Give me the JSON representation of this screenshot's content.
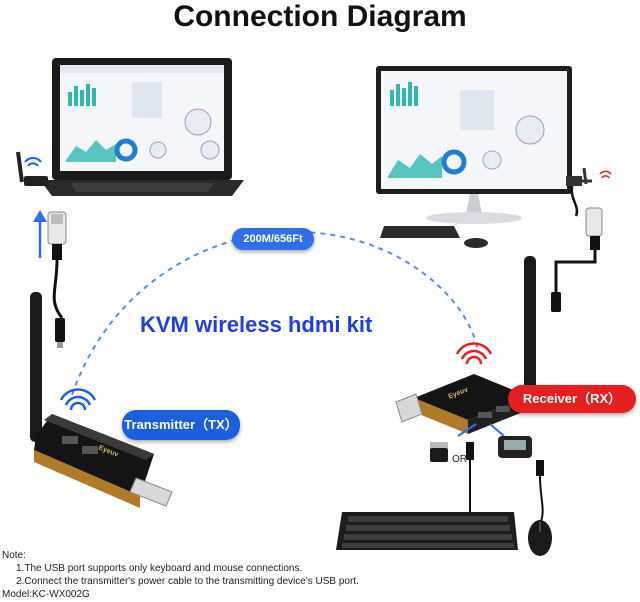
{
  "title": "Connection Diagram",
  "kit_label": "KVM wireless hdmi kit",
  "distance_label": "200M/656Ft",
  "transmitter_label": "Transmitter（TX）",
  "receiver_label": "Receiver（RX）",
  "or_label": "OR",
  "brand_mark": "Eyeuv",
  "notes": {
    "heading": "Note:",
    "items": [
      "1.The USB port supports only keyboard and mouse connections.",
      "2.Connect the transmitter's power cable to the transmitting device's USB port."
    ],
    "model": "Model:KC-WX002G"
  },
  "colors": {
    "tx_accent": "#1b5fe0",
    "rx_accent": "#e62020",
    "kit_label": "#1d3fe0",
    "dashed_path": "#5a8ee0"
  }
}
